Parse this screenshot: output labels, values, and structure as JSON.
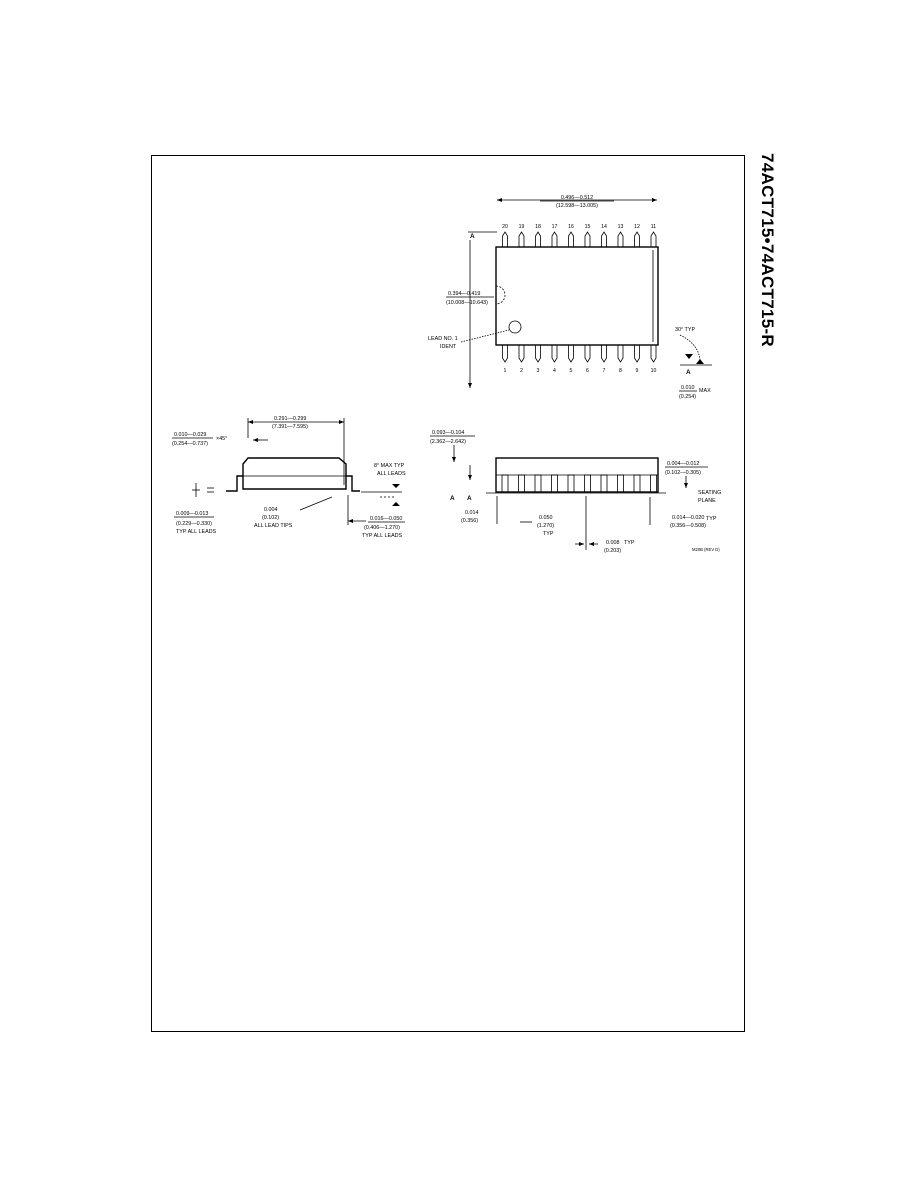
{
  "side_title": "74ACT715•74ACT715-R",
  "top_view": {
    "length_dim": "0.496—0.512",
    "length_dim_mm": "(12.598—13.005)",
    "width_dim": "0.394—0.419",
    "width_dim_mm": "(10.008—10.643)",
    "pin1_label": "LEAD NO. 1",
    "pin1_label_2": "IDENT",
    "datum_a": "A",
    "angle": "30° TYP",
    "flatness": "0.010",
    "flatness_mm": "(0.254)",
    "flatness_note": "MAX",
    "top_pins": [
      "20",
      "19",
      "18",
      "17",
      "16",
      "15",
      "14",
      "13",
      "12",
      "11"
    ],
    "bottom_pins": [
      "1",
      "2",
      "3",
      "4",
      "5",
      "6",
      "7",
      "8",
      "9",
      "10"
    ]
  },
  "end_view": {
    "width_dim": "0.291—0.299",
    "width_dim_mm": "(7.391—7.595)",
    "chamfer_dim": "0.010—0.029",
    "chamfer_dim_mm": "(0.254—0.737)",
    "chamfer_angle": "×45°",
    "lead_angle": "8° MAX TYP",
    "lead_angle_2": "ALL LEADS",
    "lead_thk": "0.009—0.013",
    "lead_thk_mm": "(0.229—0.330)",
    "lead_thk_note": "TYP ALL LEADS",
    "coplanarity": "0.004",
    "coplanarity_mm": "(0.102)",
    "coplanarity_note": "ALL LEAD TIPS",
    "foot_len": "0.016—0.050",
    "foot_len_mm": "(0.406—1.270)",
    "foot_len_note": "TYP ALL LEADS"
  },
  "side_view": {
    "height_dim": "0.093—0.104",
    "height_dim_mm": "(2.362—2.642)",
    "standoff": "0.004—0.012",
    "standoff_mm": "(0.102—0.305)",
    "seating": "SEATING",
    "seating_2": "PLANE",
    "tip": "0.014",
    "tip_mm": "(0.356)",
    "pitch": "0.050",
    "pitch_mm": "(1.270)",
    "pitch_note": "TYP",
    "lead_w": "0.014—0.020",
    "lead_w_mm": "(0.356—0.508)",
    "lead_w_note": "TYP",
    "gap": "0.008",
    "gap_mm": "(0.203)",
    "gap_note": "TYP",
    "datum_a": "A",
    "drawing_no": "M20B (REV D)"
  }
}
